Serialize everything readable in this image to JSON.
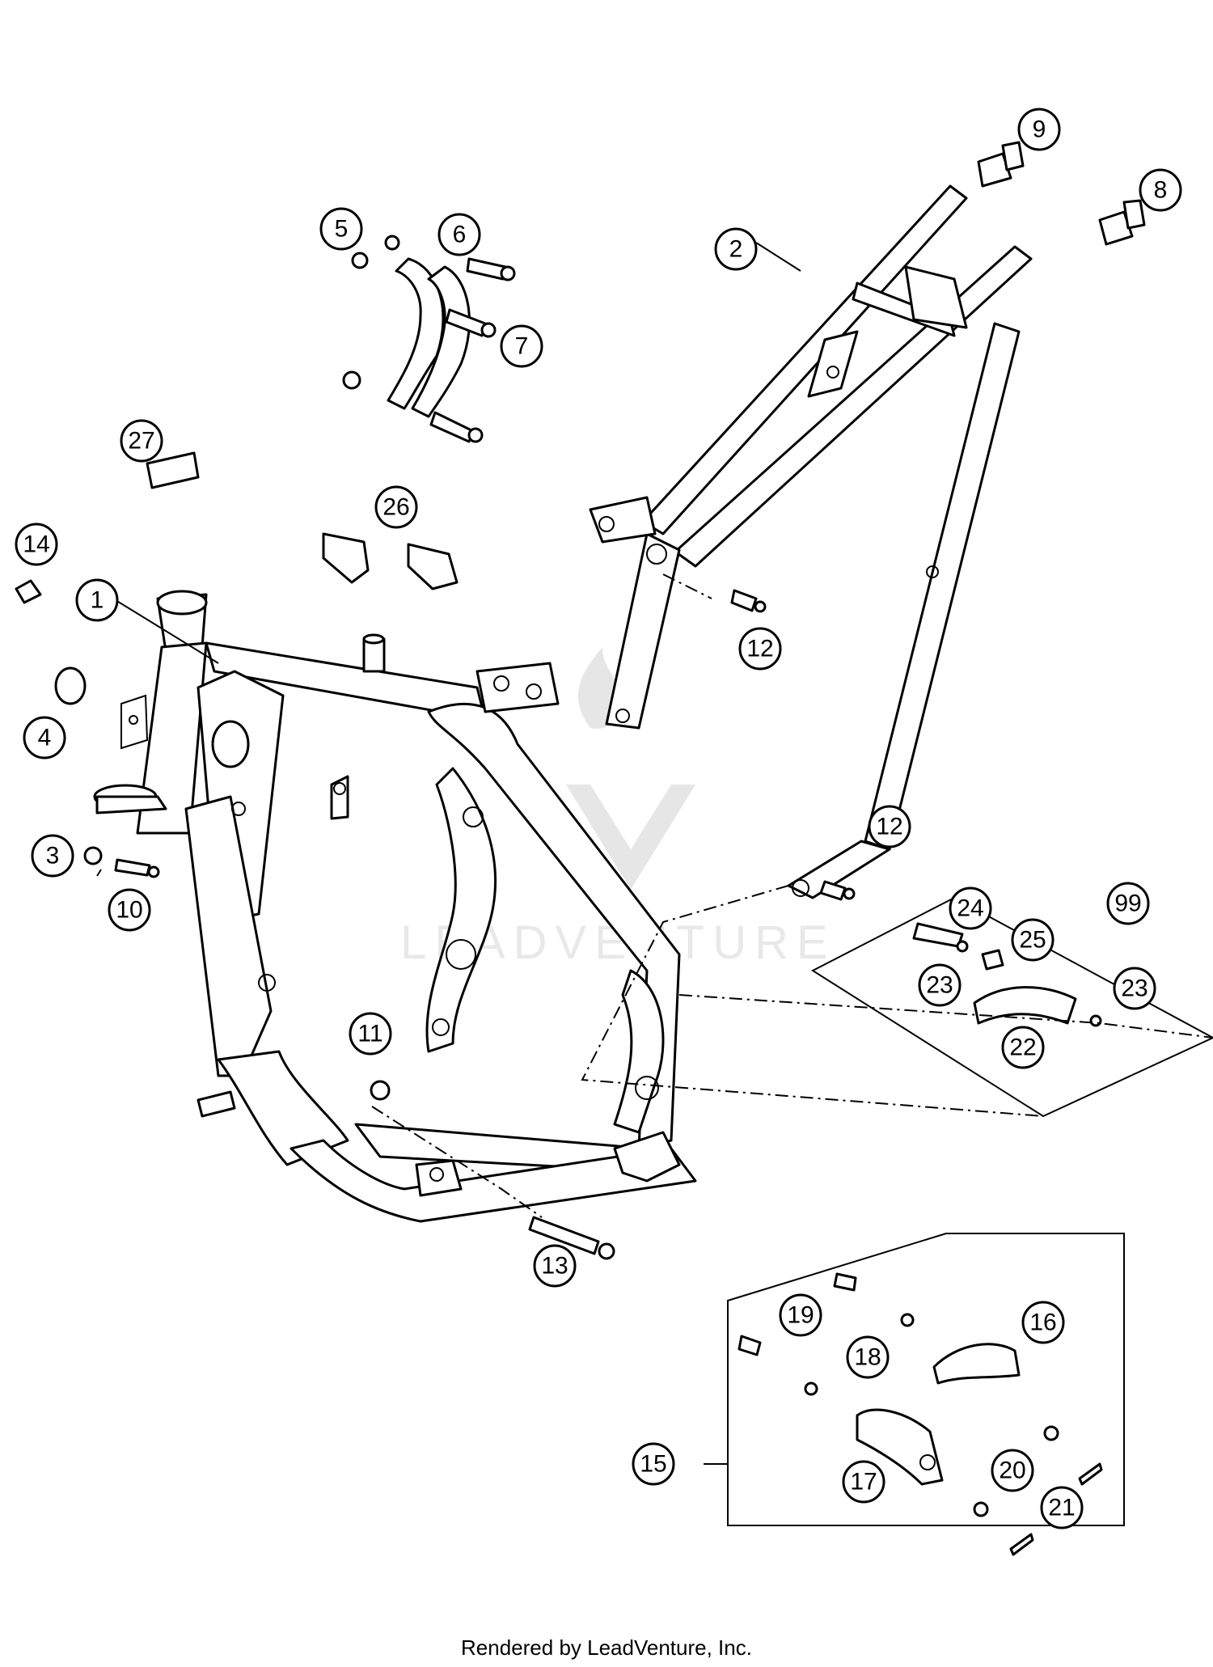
{
  "callouts": [
    "1",
    "2",
    "3",
    "4",
    "5",
    "6",
    "7",
    "8",
    "9",
    "10",
    "11",
    "12",
    "12",
    "13",
    "14",
    "15",
    "16",
    "17",
    "18",
    "19",
    "20",
    "21",
    "22",
    "23",
    "23",
    "24",
    "25",
    "26",
    "27",
    "99"
  ],
  "watermark": "LEADVENTURE",
  "footer": "Rendered by LeadVenture, Inc."
}
